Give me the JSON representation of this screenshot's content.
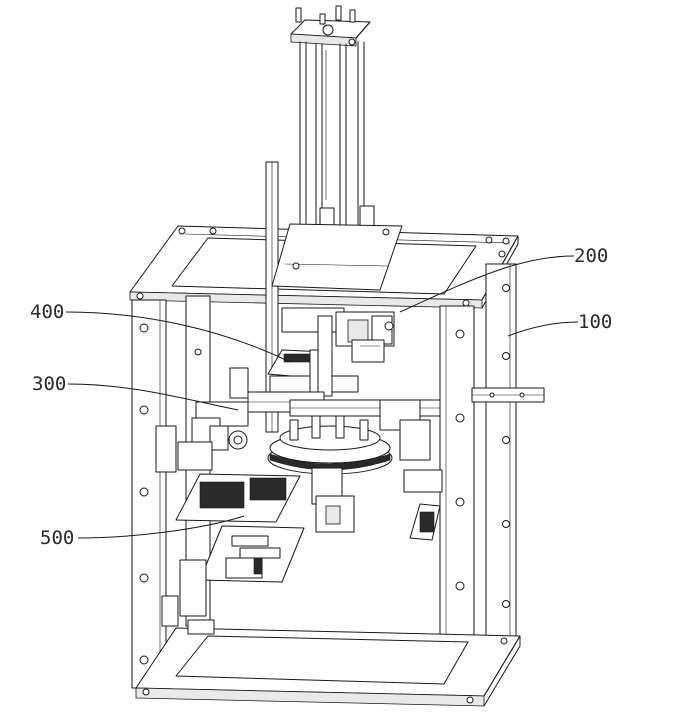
{
  "labels": {
    "l200": "200",
    "l100": "100",
    "l400": "400",
    "l300": "300",
    "l500": "500"
  }
}
